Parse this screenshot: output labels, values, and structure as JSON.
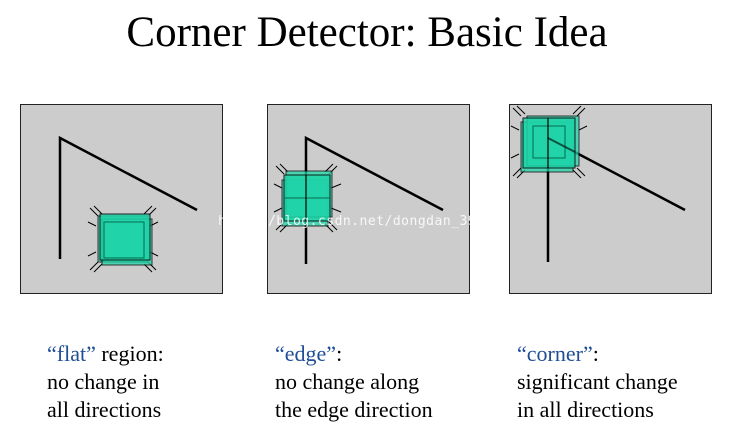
{
  "title": "Corner Detector: Basic Idea",
  "watermark": "http://blog.csdn.net/dongdan_397",
  "colors": {
    "panel_bg": "#cccccc",
    "window_fill": "#1fd4a8",
    "keyword": "#1f4e96",
    "line": "#000000"
  },
  "cases": [
    {
      "keyword": "“flat”",
      "rest": " region:",
      "line2": "no change in",
      "line3": "all directions"
    },
    {
      "keyword": "“edge”",
      "rest": ":",
      "line2": "no change along",
      "line3": "the edge direction"
    },
    {
      "keyword": "“corner”",
      "rest": ":",
      "line2": "significant change",
      "line3": "in all directions"
    }
  ]
}
